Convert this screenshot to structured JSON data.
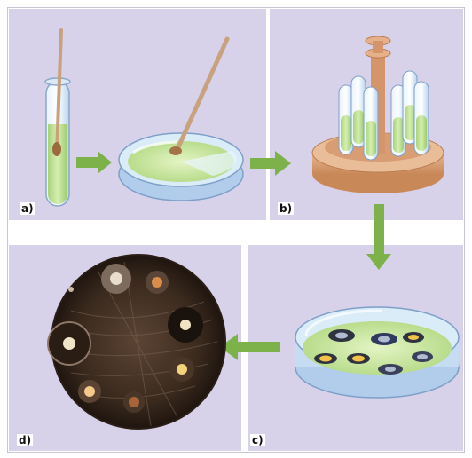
{
  "panels": {
    "a": {
      "label": "a)"
    },
    "b": {
      "label": "b)"
    },
    "c": {
      "label": "c)"
    },
    "d": {
      "label": "d)"
    }
  },
  "colors": {
    "panel_bg": "#d8d1ea",
    "arrow": "#7db24a",
    "culture_green": "#c7e59a",
    "dish_blue": "#a9c9ec",
    "stand": "#d9a57c",
    "agar_dark": "#3b2a1f"
  },
  "icons": [
    "test-tube-icon",
    "swab-icon",
    "petri-dish-icon",
    "tube-rack-icon",
    "antibiotic-disc-icon",
    "arrow-right-icon",
    "arrow-down-icon",
    "arrow-left-icon"
  ]
}
